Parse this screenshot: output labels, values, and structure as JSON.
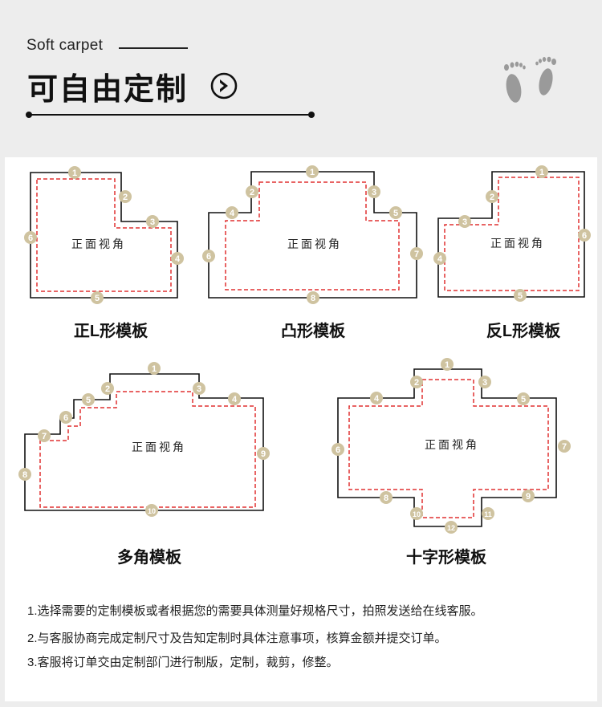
{
  "header": {
    "subtitle": "Soft carpet",
    "title": "可自由定制",
    "arrow_icon": "circle-arrow-right-icon",
    "footprint_icon": "footprints-icon"
  },
  "colors": {
    "background": "#ededed",
    "panel": "#ffffff",
    "outline": "#111111",
    "dash": "#e03030",
    "marker": "#cfc3a0"
  },
  "view_label": "正面视角",
  "templates": [
    {
      "name": "正L形模板",
      "markers": [
        "1",
        "2",
        "3",
        "4",
        "5",
        "6"
      ]
    },
    {
      "name": "凸形模板",
      "markers": [
        "1",
        "2",
        "3",
        "4",
        "5",
        "6",
        "7",
        "8"
      ]
    },
    {
      "name": "反L形模板",
      "markers": [
        "1",
        "2",
        "3",
        "4",
        "5",
        "6"
      ]
    },
    {
      "name": "多角模板",
      "markers": [
        "1",
        "2",
        "3",
        "4",
        "5",
        "6",
        "7",
        "8",
        "9",
        "10"
      ]
    },
    {
      "name": "十字形模板",
      "markers": [
        "1",
        "2",
        "3",
        "4",
        "5",
        "6",
        "7",
        "8",
        "9",
        "10",
        "11",
        "12"
      ]
    }
  ],
  "instructions": [
    "1.选择需要的定制模板或者根据您的需要具体测量好规格尺寸，拍照发送给在线客服。",
    "2.与客服协商完成定制尺寸及告知定制时具体注意事项，核算金额并提交订单。",
    "3.客服将订单交由定制部门进行制版，定制，裁剪，修整。"
  ]
}
